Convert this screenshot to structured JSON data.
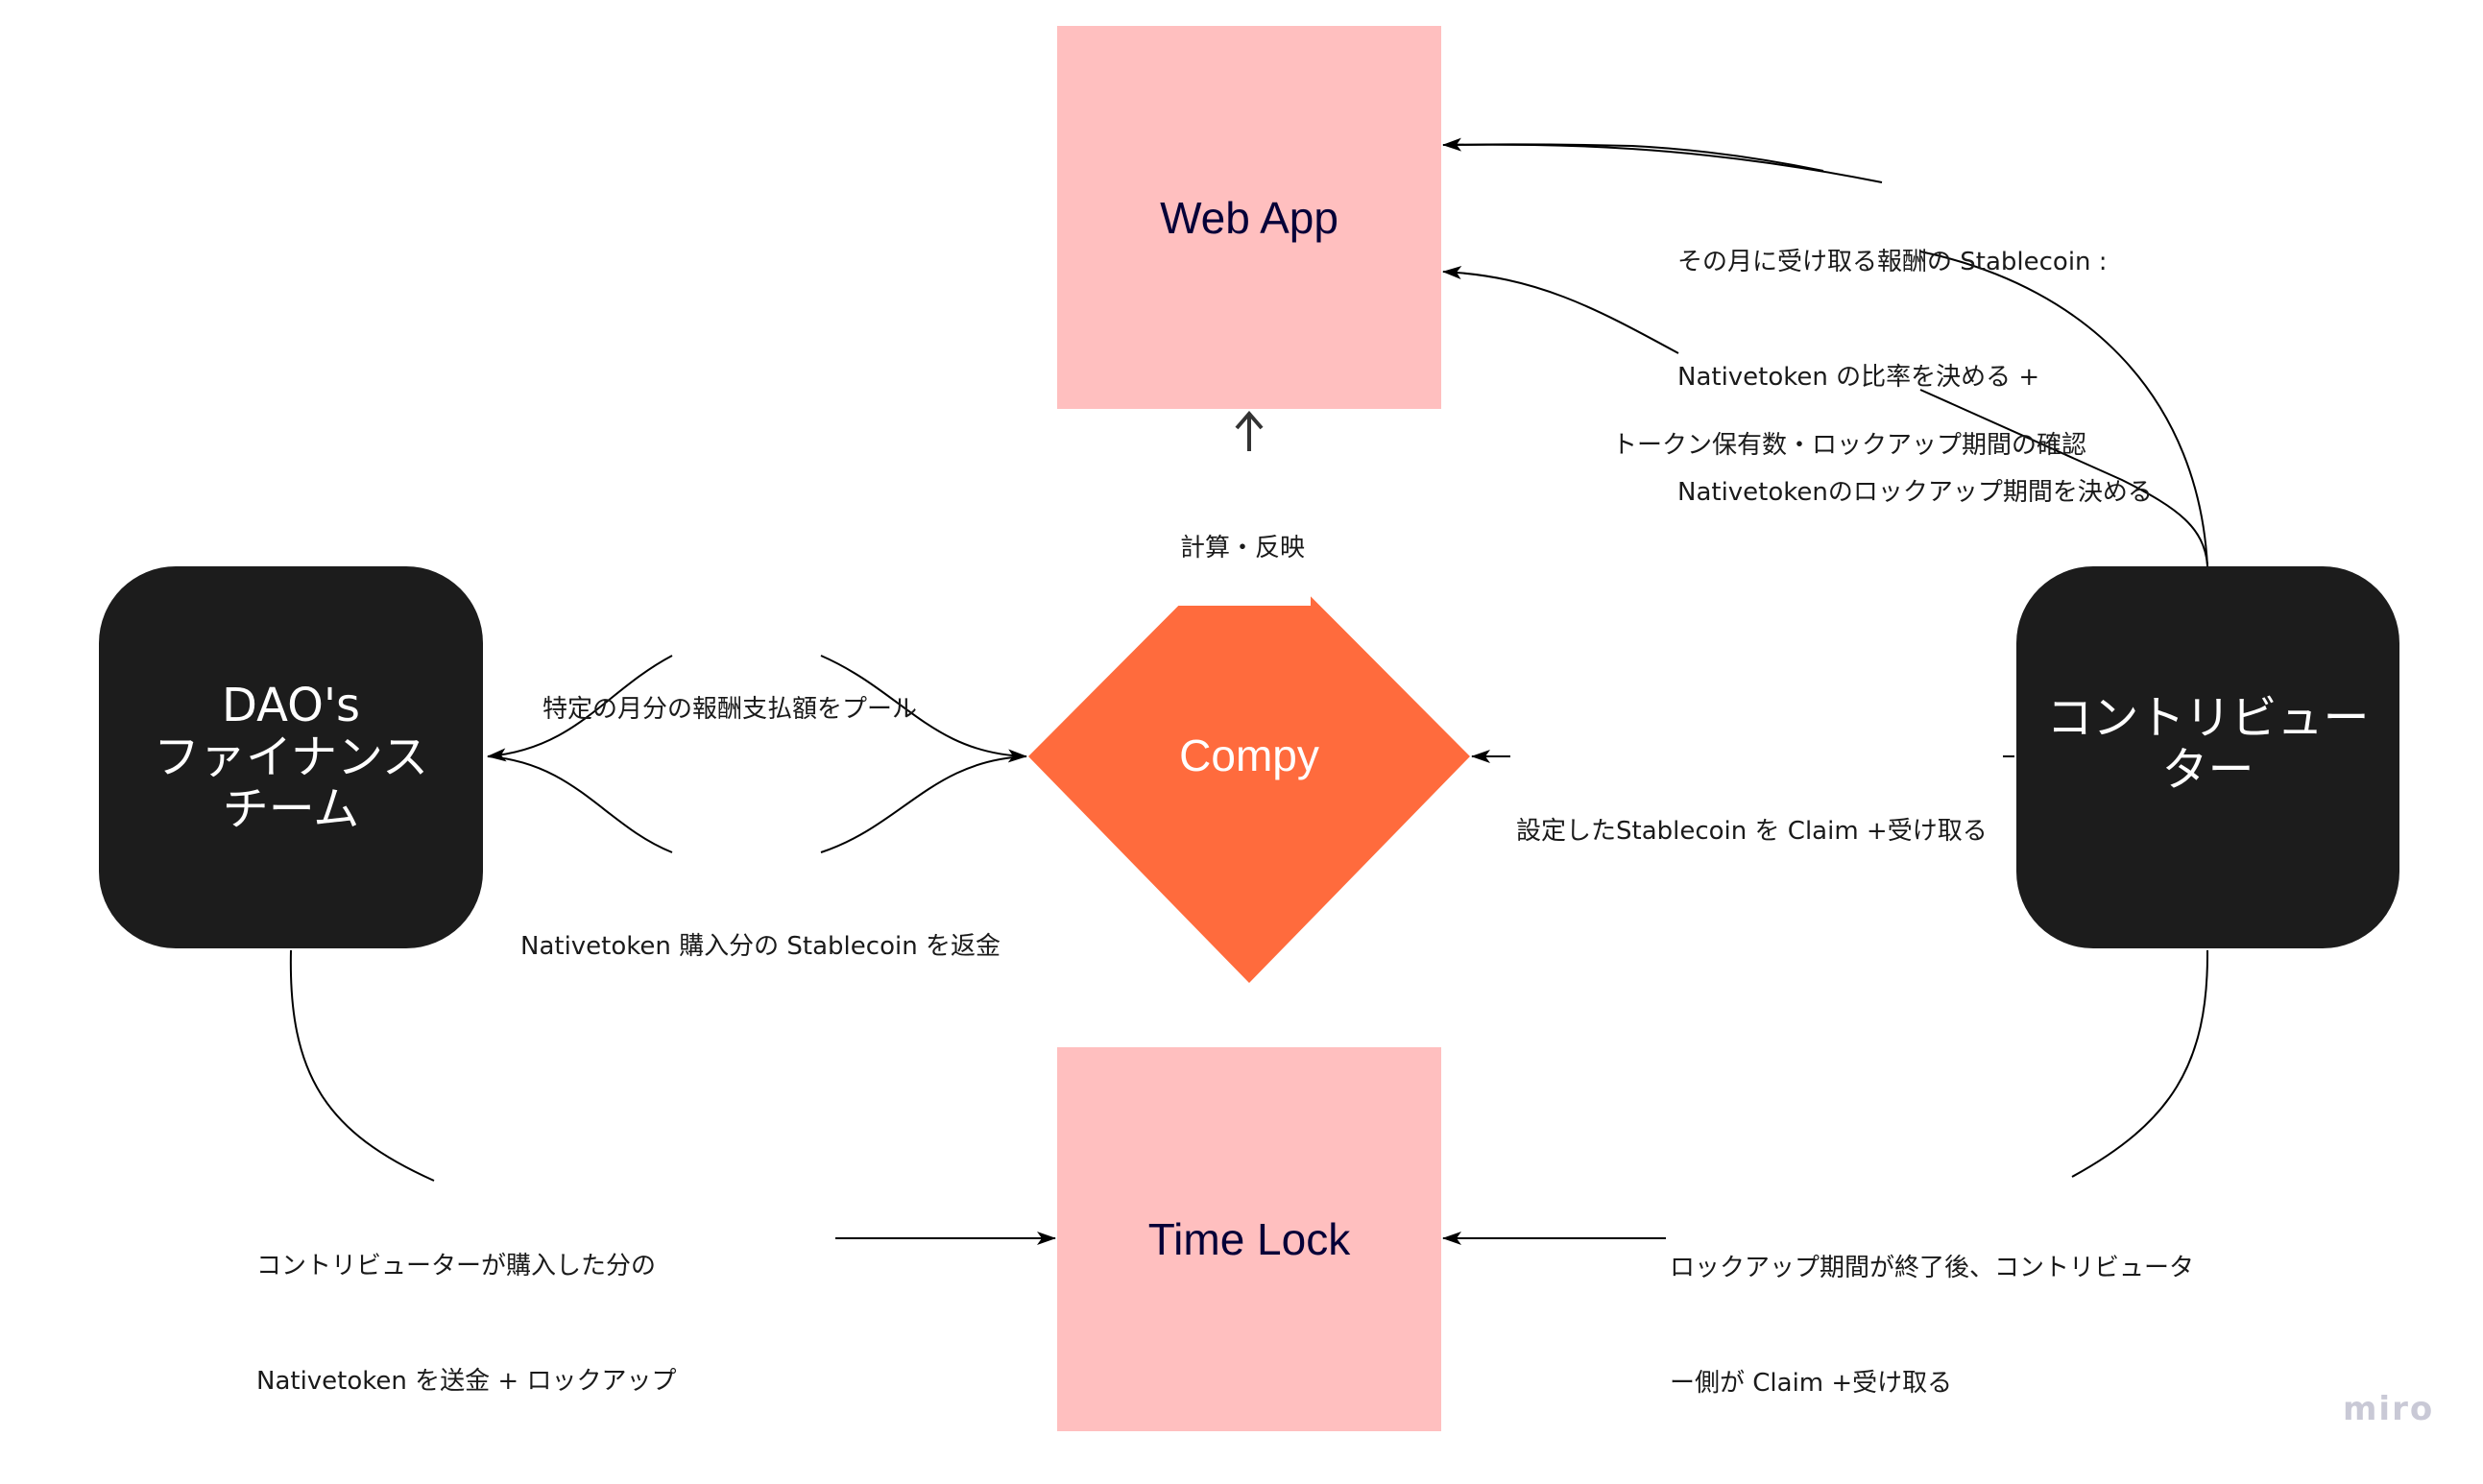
{
  "diagram": {
    "nodes": {
      "web_app": {
        "label": "Web App",
        "color": "#ffbfbf",
        "text_color": "#050038"
      },
      "compy": {
        "label": "Compy",
        "color": "#ff6b3d",
        "text_color": "#ffffff"
      },
      "time_lock": {
        "label": "Time Lock",
        "color": "#ffbfbf",
        "text_color": "#050038"
      },
      "dao_finance": {
        "label": "DAO's\nファイナンス\nチーム",
        "color": "#1c1c1c",
        "text_color": "#ffffff"
      },
      "contributor": {
        "label": "コントリビュー\nター",
        "color": "#1c1c1c",
        "text_color": "#ffffff"
      }
    },
    "edges": [
      {
        "id": "contributor_to_webapp_ratio",
        "from": "contributor",
        "to": "web_app",
        "lines": [
          "その月に受け取る報酬の Stablecoin :",
          "Nativetoken の比率を決める +",
          "Nativetokenのロックアップ期間を決める"
        ]
      },
      {
        "id": "contributor_to_webapp_check",
        "from": "contributor",
        "to": "web_app",
        "lines": [
          "トークン保有数・ロックアップ期間の確認"
        ]
      },
      {
        "id": "compy_to_webapp",
        "from": "compy",
        "to": "web_app",
        "lines": [
          "計算・反映"
        ]
      },
      {
        "id": "dao_compy_pool",
        "from": "dao_finance",
        "to": "compy",
        "lines": [
          "特定の月分の報酬支払額をプール"
        ]
      },
      {
        "id": "compy_dao_refund",
        "from": "compy",
        "to": "dao_finance",
        "lines": [
          "Nativetoken 購入分の Stablecoin を返金"
        ]
      },
      {
        "id": "contributor_to_compy_claim",
        "from": "contributor",
        "to": "compy",
        "lines": [
          "設定したStablecoin を Claim +受け取る"
        ]
      },
      {
        "id": "dao_to_timelock",
        "from": "dao_finance",
        "to": "time_lock",
        "lines": [
          "コントリビューターが購入した分の",
          "Nativetoken を送金 + ロックアップ"
        ]
      },
      {
        "id": "contributor_to_timelock",
        "from": "contributor",
        "to": "time_lock",
        "lines": [
          "ロックアップ期間が終了後、コントリビュータ",
          "ー側が Claim +受け取る"
        ]
      }
    ],
    "watermark": "miro"
  }
}
